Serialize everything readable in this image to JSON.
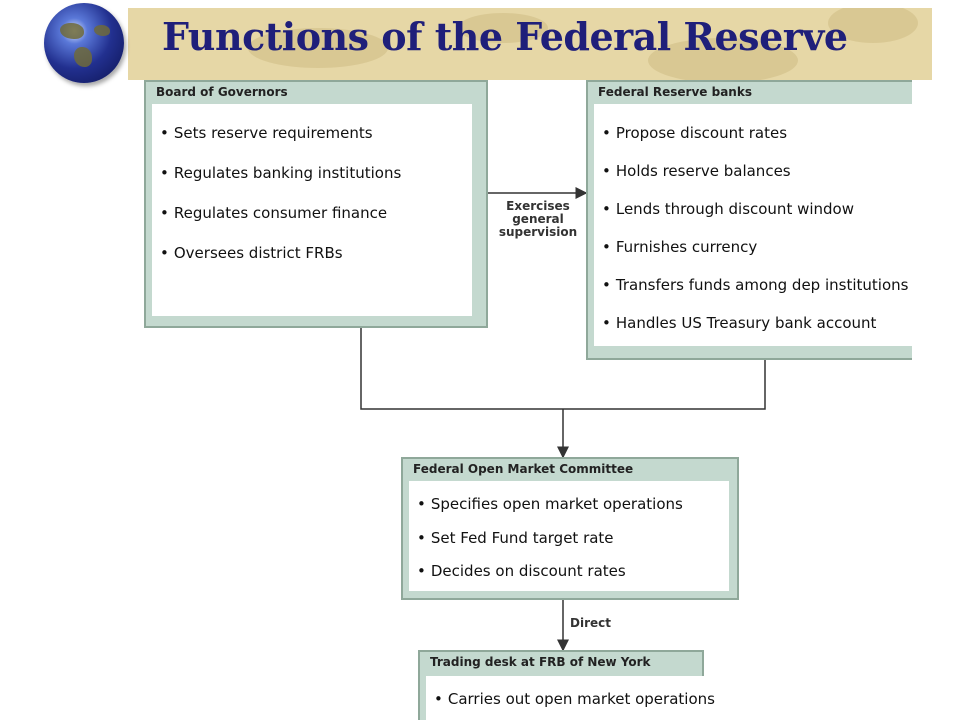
{
  "title": "Functions of the Federal Reserve",
  "board": {
    "header": "Board of Governors",
    "items": [
      "Sets reserve requirements",
      "Regulates banking institutions",
      "Regulates consumer finance",
      "Oversees district FRBs"
    ]
  },
  "frb": {
    "header": "Federal Reserve banks",
    "items": [
      "Propose discount rates",
      "Holds reserve balances",
      "Lends through discount window",
      "Furnishes currency",
      "Transfers funds among dep institutions",
      "Handles US Treasury bank account"
    ]
  },
  "fomc": {
    "header": "Federal Open Market Committee",
    "items": [
      "Specifies open market operations",
      "Set Fed Fund target rate",
      "Decides on discount rates"
    ]
  },
  "desk": {
    "header": "Trading desk at FRB of New York",
    "items": [
      "Carries out open market operations"
    ]
  },
  "arrows": {
    "supervision": [
      "Exercises",
      "general",
      "supervision"
    ],
    "direct": "Direct"
  }
}
